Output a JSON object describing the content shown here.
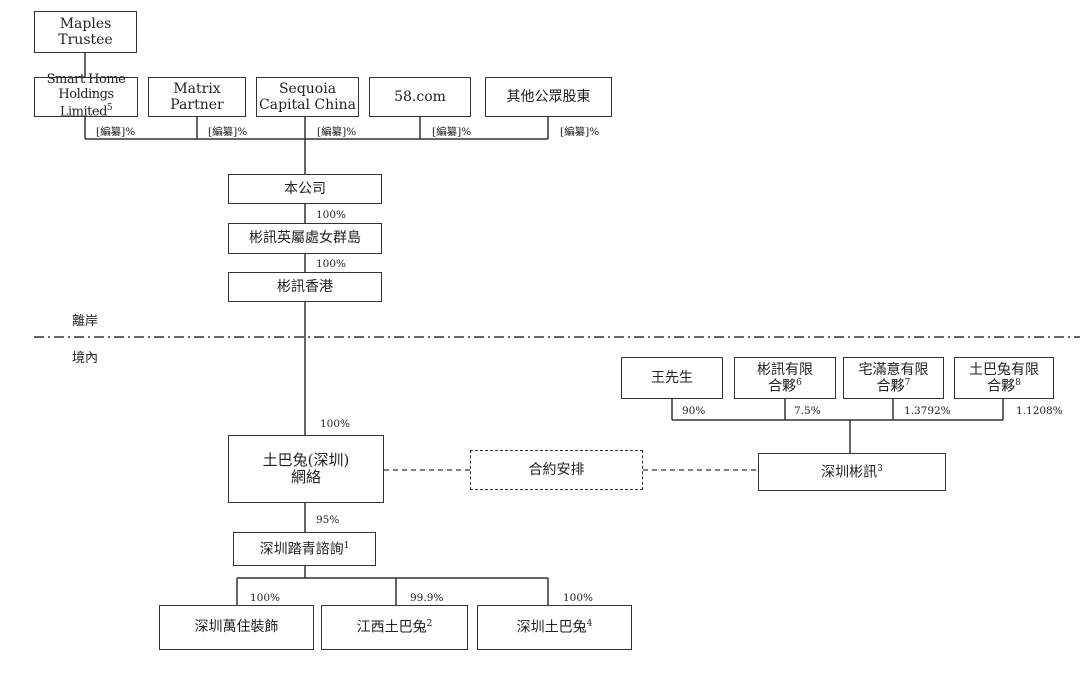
{
  "nodes": {
    "maples": [
      "Maples",
      "Trustee"
    ],
    "smart_home": [
      "Smart Home",
      "Holdings Limited"
    ],
    "smart_home_sup": "5",
    "matrix": [
      "Matrix",
      "Partner"
    ],
    "sequoia": [
      "Sequoia",
      "Capital China"
    ],
    "com58": "58.com",
    "other_shareholders": "其他公眾股東",
    "company": "本公司",
    "bvi": "彬訊英屬處女群島",
    "hk": "彬訊香港",
    "tubatu_sz": [
      "土巴兔(深圳)",
      "網絡"
    ],
    "contract": "合約安排",
    "sz_binxun": "深圳彬訊",
    "sz_binxun_sup": "3",
    "mr_wang": "王先生",
    "binxun_lp": [
      "彬訊有限",
      "合夥"
    ],
    "binxun_lp_sup": "6",
    "zhaimanyi_lp": [
      "宅滿意有限",
      "合夥"
    ],
    "zhaimanyi_lp_sup": "7",
    "tubatu_lp": [
      "土巴兔有限",
      "合夥"
    ],
    "tubatu_lp_sup": "8",
    "taqing": "深圳踏青諮詢",
    "taqing_sup": "1",
    "wanzhu": "深圳萬住裝飾",
    "jiangxi": "江西土巴兔",
    "jiangxi_sup": "2",
    "sz_tubatu": "深圳土巴兔",
    "sz_tubatu_sup": "4"
  },
  "percent_labels": {
    "redacted": "[編纂]%",
    "company_to_bvi": "100%",
    "bvi_to_hk": "100%",
    "hk_to_tubatu": "100%",
    "tubatu_to_taqing": "95%",
    "taqing_to_wanzhu": "100%",
    "taqing_to_jiangxi": "99.9%",
    "taqing_to_sz_tubatu": "100%",
    "wang": "90%",
    "binxun_lp": "7.5%",
    "zhaimanyi_lp": "1.3792%",
    "tubatu_lp": "1.1208%"
  },
  "zones": {
    "offshore": "離岸",
    "onshore": "境內"
  }
}
